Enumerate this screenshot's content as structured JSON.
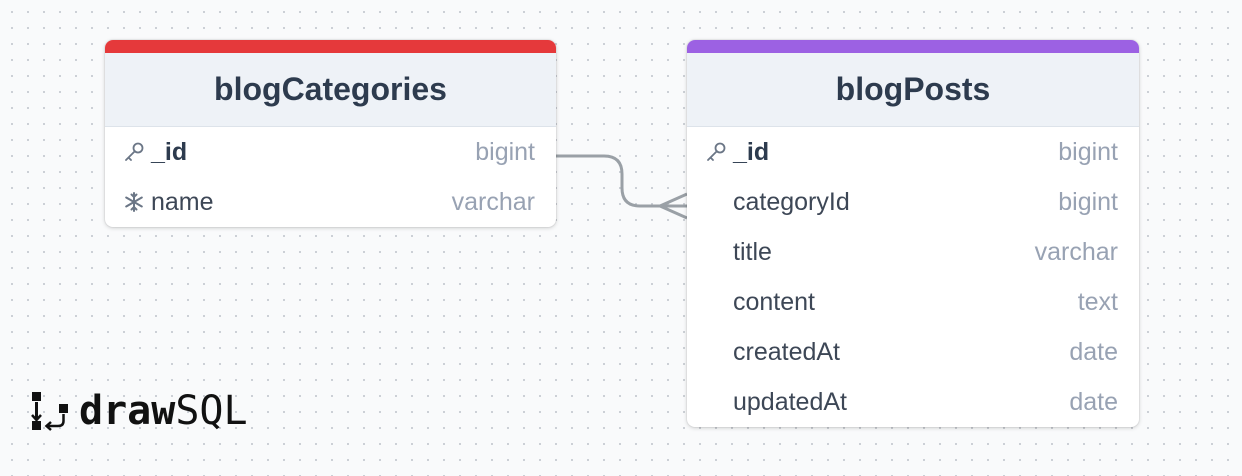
{
  "tables": [
    {
      "name": "blogCategories",
      "accent": "#e5393b",
      "columns": [
        {
          "name": "_id",
          "type": "bigint",
          "icon": "key-icon",
          "primary": true
        },
        {
          "name": "name",
          "type": "varchar",
          "icon": "snowflake-icon",
          "primary": false
        }
      ]
    },
    {
      "name": "blogPosts",
      "accent": "#9c61e3",
      "columns": [
        {
          "name": "_id",
          "type": "bigint",
          "icon": "key-icon",
          "primary": true
        },
        {
          "name": "categoryId",
          "type": "bigint",
          "icon": "",
          "primary": false
        },
        {
          "name": "title",
          "type": "varchar",
          "icon": "",
          "primary": false
        },
        {
          "name": "content",
          "type": "text",
          "icon": "",
          "primary": false
        },
        {
          "name": "createdAt",
          "type": "date",
          "icon": "",
          "primary": false
        },
        {
          "name": "updatedAt",
          "type": "date",
          "icon": "",
          "primary": false
        }
      ]
    }
  ],
  "relationship": {
    "from": "blogCategories._id",
    "to": "blogPosts.categoryId",
    "cardinality": "one-to-many",
    "color": "#9aa0a6"
  },
  "logo": {
    "bold": "draw",
    "light": "SQL"
  }
}
